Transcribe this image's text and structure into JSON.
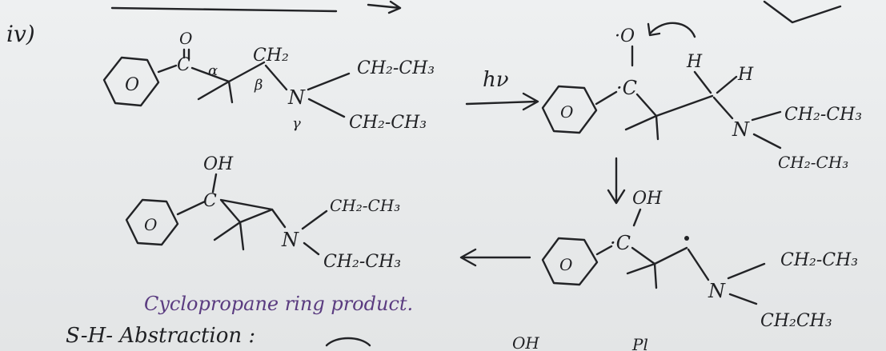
{
  "labels": {
    "roman": "iv)",
    "hv": "hν",
    "caption": "Cyclopropane ring product.",
    "abstraction": "S-H- Abstraction :",
    "bottom_oh": "OH",
    "bottom_pl": "Pl"
  },
  "reactant": {
    "benzene": "O",
    "carbonyl_o": "O",
    "carbonyl_c": "C",
    "alpha": "α",
    "beta": "β",
    "gamma": "γ",
    "ch2": "CH₂",
    "n": "N",
    "ethyl1": "CH₂-CH₃",
    "ethyl2": "CH₂-CH₃"
  },
  "excited": {
    "benzene": "O",
    "o": "·O",
    "c": "·C",
    "h1": "H",
    "h2": "H",
    "n": "N",
    "ethyl1": "CH₂-CH₃",
    "ethyl2": "CH₂-CH₃"
  },
  "biradical": {
    "benzene": "O",
    "oh": "OH",
    "c": "·C",
    "n": "N",
    "ethyl1": "CH₂-CH₃",
    "ethyl2": "CH₂CH₃"
  },
  "product": {
    "benzene": "O",
    "oh": "OH",
    "c": "C",
    "n": "N",
    "ethyl1": "CH₂-CH₃",
    "ethyl2": "CH₂-CH₃"
  }
}
